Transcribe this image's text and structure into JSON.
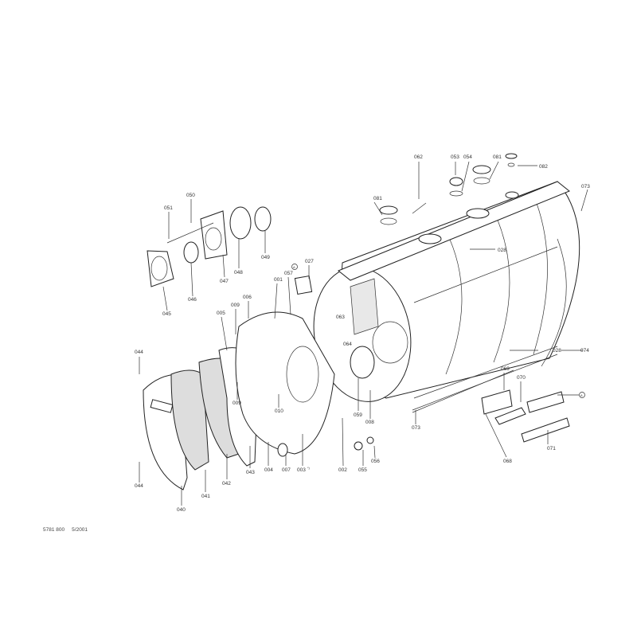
{
  "diagram": {
    "parts": [
      "062",
      "053",
      "054",
      "081",
      "082",
      "073",
      "081",
      "028",
      "050",
      "051",
      "049",
      "048",
      "047",
      "046",
      "045",
      "027",
      "057",
      "001",
      "006",
      "009",
      "005",
      "063",
      "064",
      "028",
      "074",
      "044",
      "044",
      "009",
      "010",
      "059",
      "008",
      "069",
      "070",
      "073",
      "071",
      "068",
      "043",
      "004",
      "007",
      "003",
      "002",
      "055",
      "056",
      "042",
      "041",
      "040"
    ],
    "marker": "A",
    "footnote_mark": "*)"
  },
  "footer": {
    "doc_number": "5781 800",
    "date": "5/2001"
  }
}
